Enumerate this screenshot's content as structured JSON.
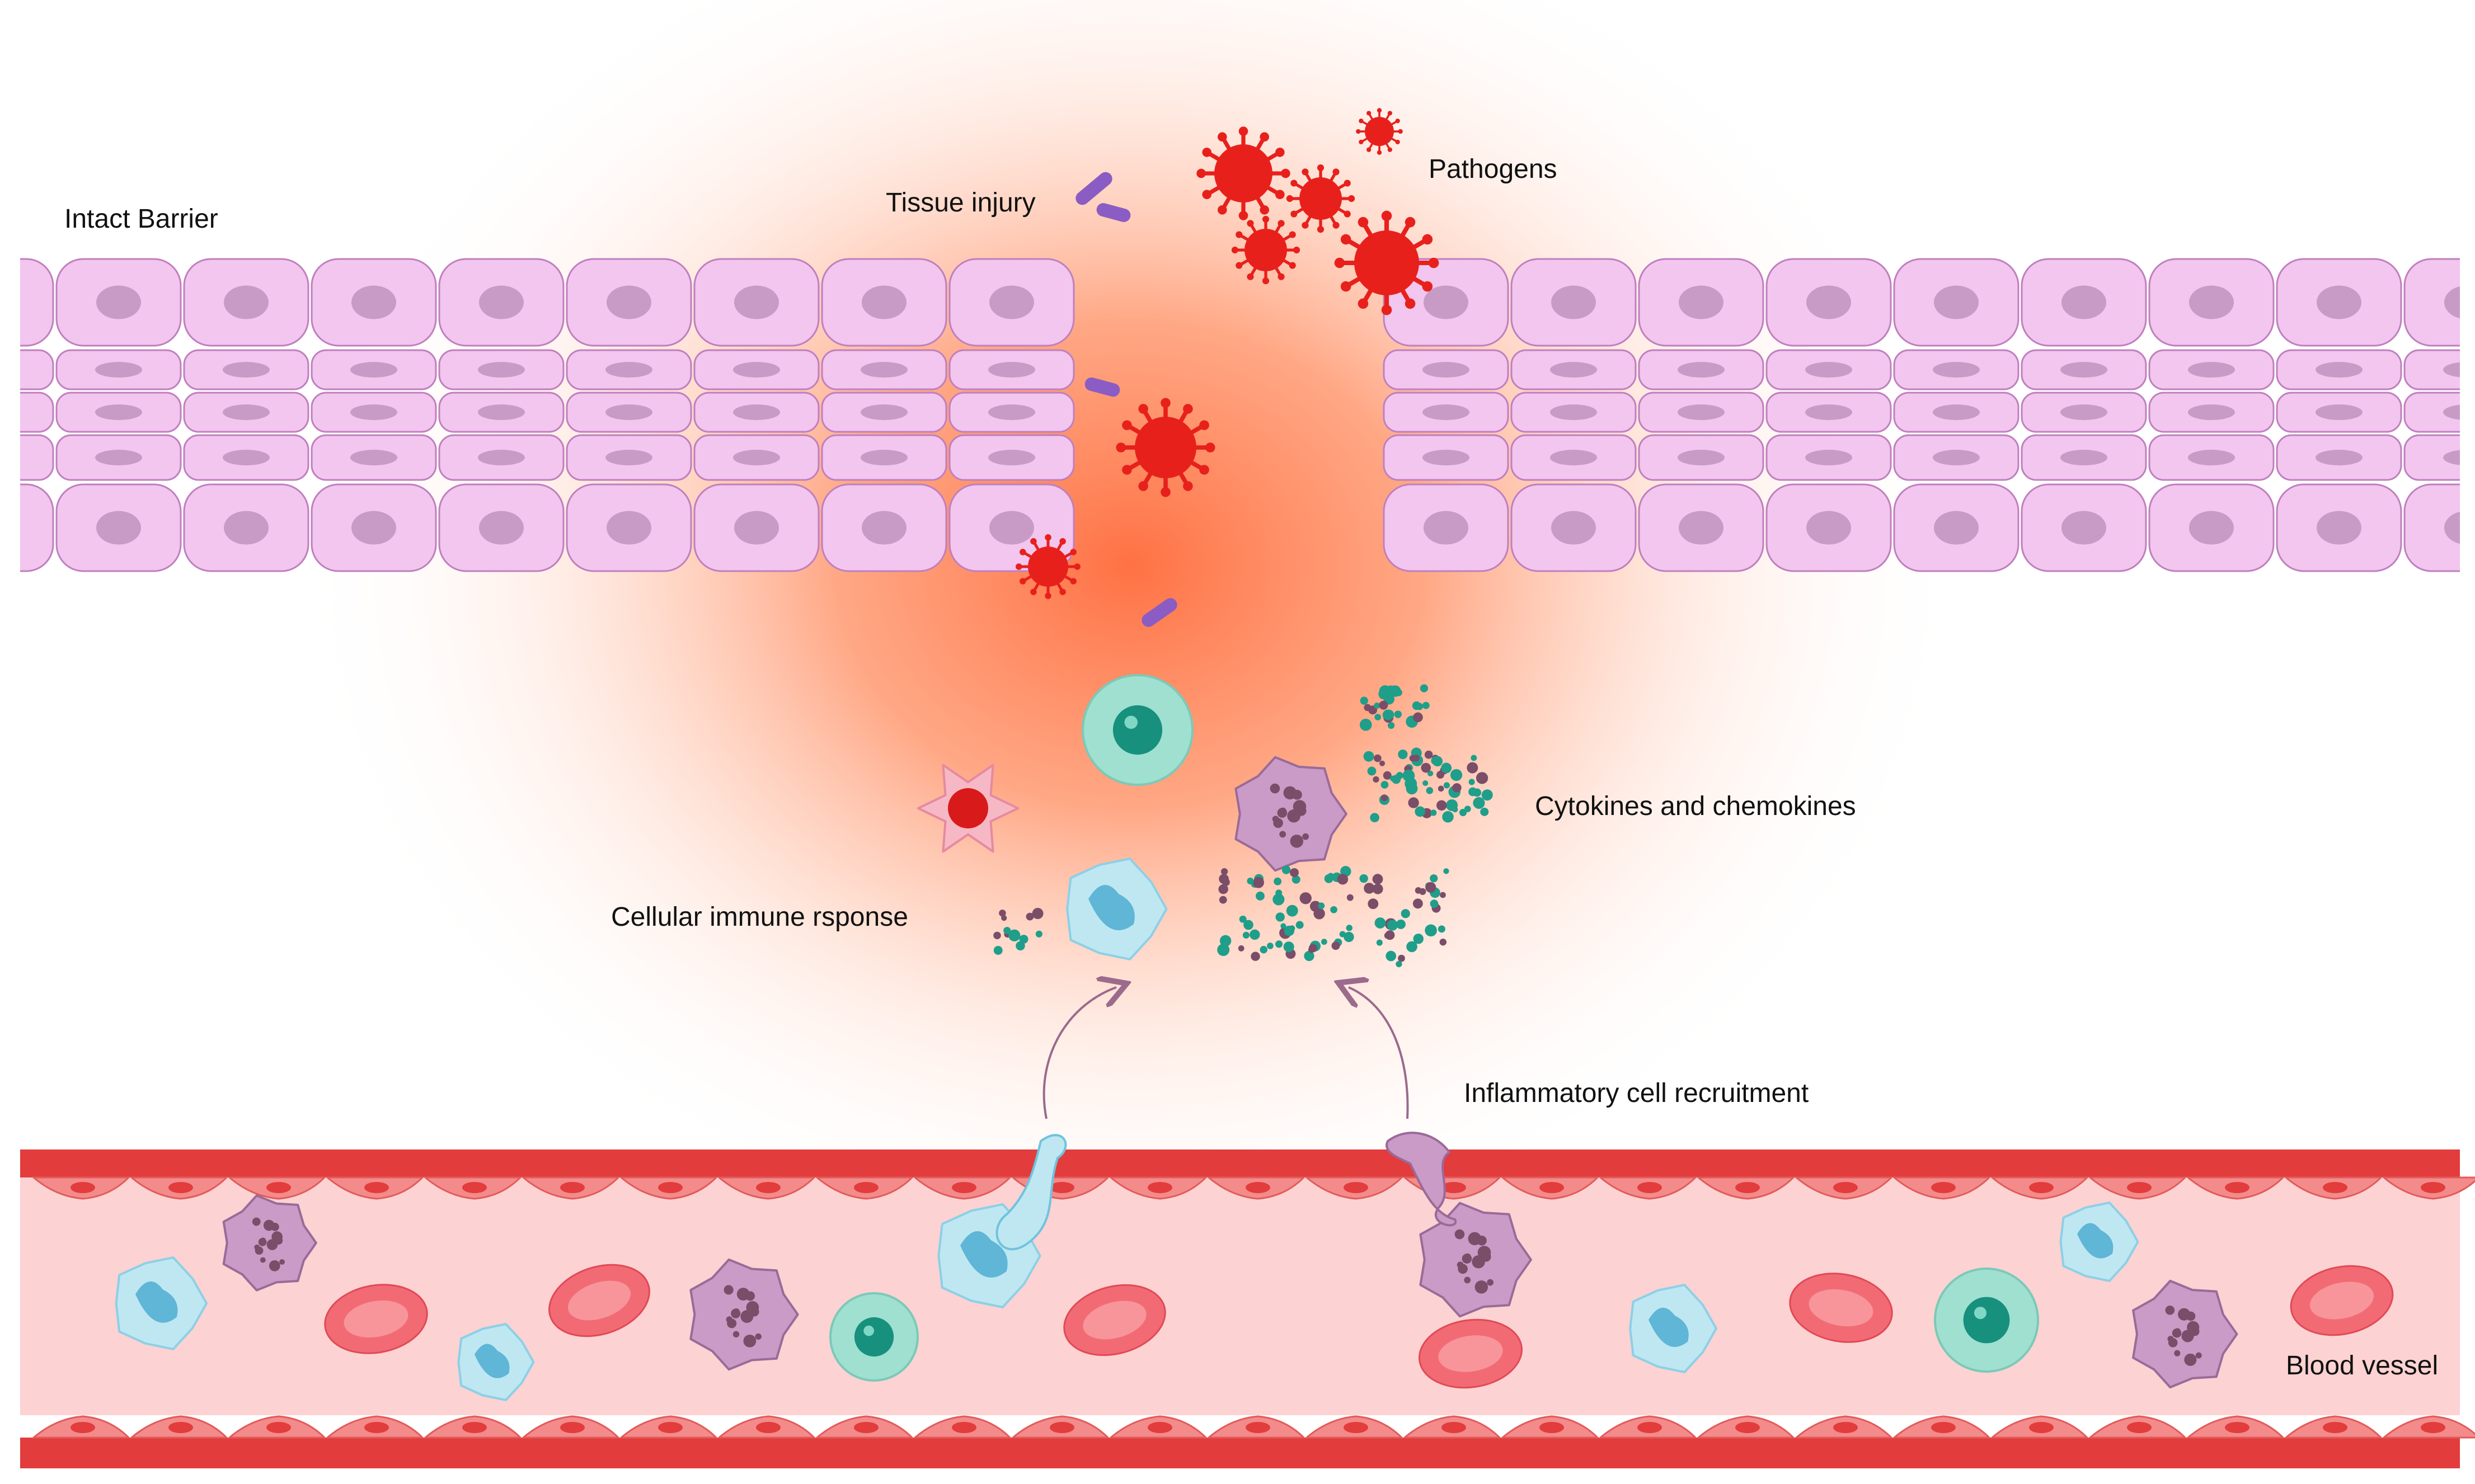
{
  "labels": {
    "intact_barrier": "Intact Barrier",
    "tissue_injury": "Tissue injury",
    "pathogens": "Pathogens",
    "cytokines": "Cytokines and chemokines",
    "cellular_response": "Cellular immune rsponse",
    "recruitment": "Inflammatory cell recruitment",
    "blood_vessel": "Blood vessel"
  },
  "colors": {
    "epithelial_cell": "#f2c6ee",
    "epithelial_outline": "#c07fbf",
    "epithelial_nucleus": "#c89bc6",
    "inflammation_core": "#ff6f3c",
    "pathogen_virus": "#e8201c",
    "pathogen_bacterium": "#8a5cc4",
    "vessel_wall": "#e23c3c",
    "vessel_lumen": "#fcd2d2",
    "endothelial_cell": "#f38b8b",
    "red_blood_cell": "#f26b74",
    "neutrophil": "#bfe7f2",
    "lymphocyte": "#9fe0d0",
    "macrophage": "#c99bc6",
    "dendritic_cell": "#f6b8c4",
    "cytokine_teal": "#1f9e8a",
    "cytokine_mauve": "#7a4d68"
  }
}
